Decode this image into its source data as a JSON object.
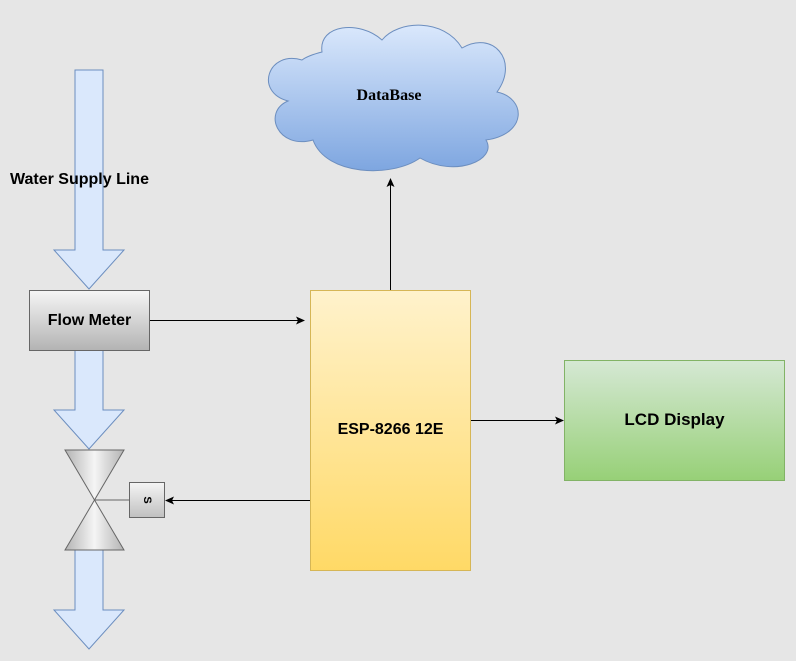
{
  "diagram": {
    "water_line_label": "Water Supply Line",
    "flow_meter_label": "Flow Meter",
    "controller_label": "ESP-8266 12E",
    "database_label": "DataBase",
    "lcd_label": "LCD Display",
    "solenoid_label": "S"
  },
  "colors": {
    "background": "#e6e6e6",
    "pipe_fill": "#dae8fc",
    "pipe_stroke": "#6c8ebf",
    "controller_fill_top": "#fff2cc",
    "controller_fill_bottom": "#ffd966",
    "controller_stroke": "#d6b656",
    "lcd_fill_top": "#d5e8d4",
    "lcd_fill_bottom": "#97d077",
    "lcd_stroke": "#82b366",
    "cloud_fill_top": "#dae8fc",
    "cloud_fill_bottom": "#7ea6e0",
    "meter_fill_top": "#f5f5f5",
    "meter_fill_bottom": "#b3b3b3",
    "connector": "#000000"
  }
}
